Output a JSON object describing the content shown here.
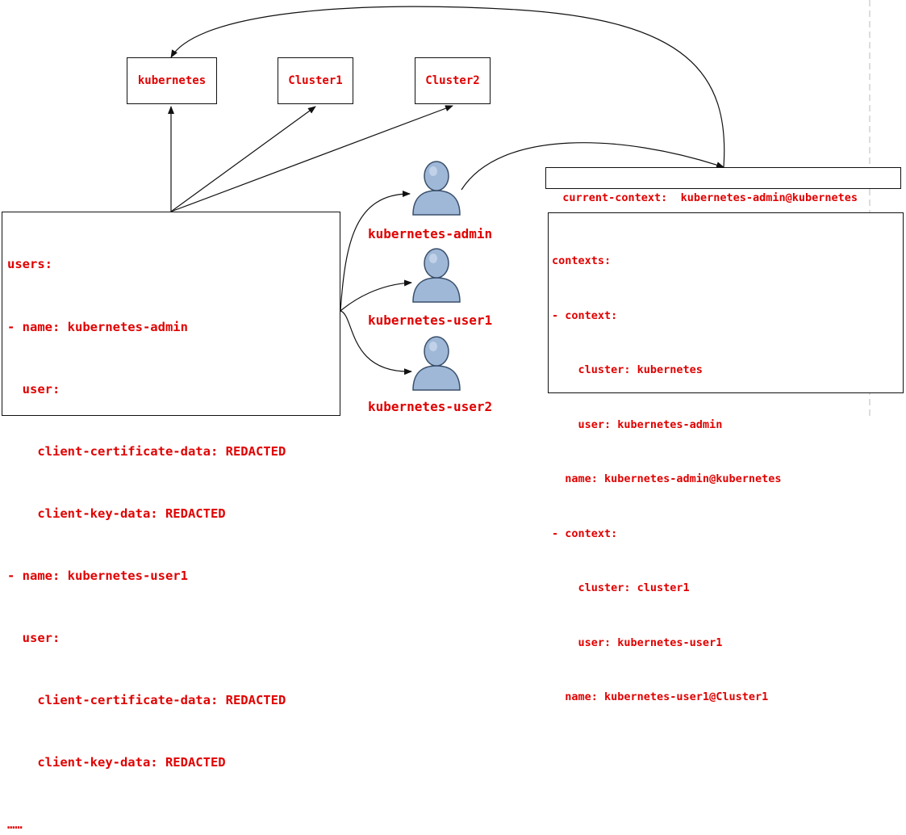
{
  "clusters": [
    {
      "label": "kubernetes"
    },
    {
      "label": "Cluster1"
    },
    {
      "label": "Cluster2"
    }
  ],
  "current_context": {
    "text": "current-context:  kubernetes-admin@kubernetes"
  },
  "users_block": {
    "lines": [
      "users:",
      "- name: kubernetes-admin",
      "  user:",
      "    client-certificate-data: REDACTED",
      "    client-key-data: REDACTED",
      "- name: kubernetes-user1",
      "  user:",
      "    client-certificate-data: REDACTED",
      "    client-key-data: REDACTED",
      "……"
    ]
  },
  "contexts_block": {
    "lines": [
      "contexts:",
      "- context:",
      "    cluster: kubernetes",
      "    user: kubernetes-admin",
      "  name: kubernetes-admin@kubernetes",
      "- context:",
      "    cluster: cluster1",
      "    user: kubernetes-user1",
      "  name: kubernetes-user1@Cluster1"
    ]
  },
  "people": [
    {
      "label": "kubernetes-admin",
      "icon": "user-icon"
    },
    {
      "label": "kubernetes-user1",
      "icon": "user-icon"
    },
    {
      "label": "kubernetes-user2",
      "icon": "user-icon"
    }
  ],
  "colors": {
    "text": "#e00000",
    "border": "#111111",
    "person_fill": "#9fb8d8",
    "person_stroke": "#3a4f6a"
  }
}
